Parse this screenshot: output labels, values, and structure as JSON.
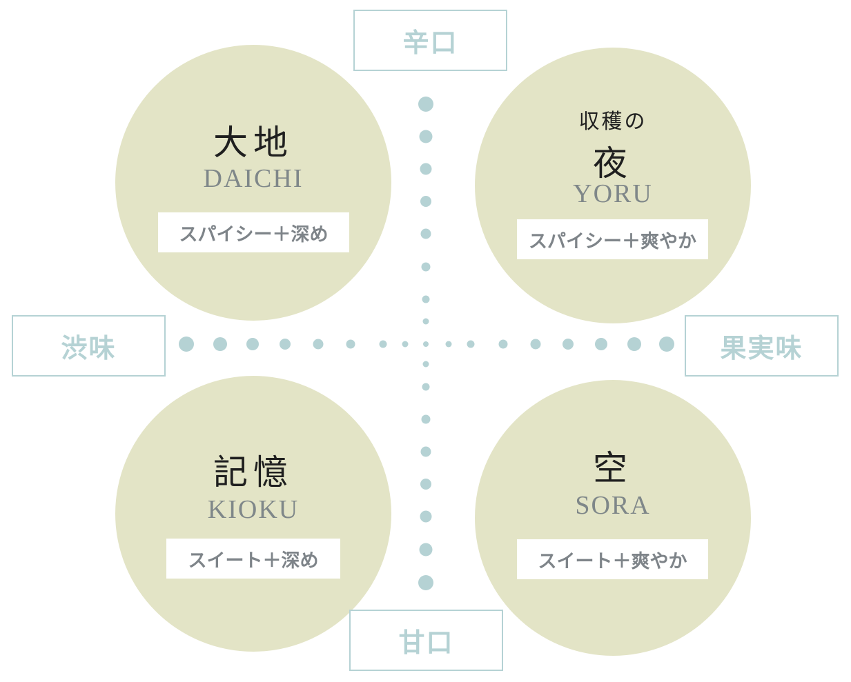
{
  "axes": {
    "top": "辛口",
    "bottom": "甘口",
    "left": "渋味",
    "right": "果実味"
  },
  "quadrants": {
    "daichi": {
      "name_jp": "大地",
      "name_en": "DAICHI",
      "tag": "スパイシー＋深め"
    },
    "yoru": {
      "prefix_jp": "収穫の",
      "name_jp": "夜",
      "name_en": "YORU",
      "tag": "スパイシー＋爽やか"
    },
    "kioku": {
      "name_jp": "記憶",
      "name_en": "KIOKU",
      "tag": "スイート＋深め"
    },
    "sora": {
      "name_jp": "空",
      "name_en": "SORA",
      "tag": "スイート＋爽やか"
    }
  },
  "colors": {
    "axis": "#b5d2d4",
    "circle": "#e3e4c6",
    "tag_text": "#7e8489",
    "name_en": "#7f8789"
  }
}
